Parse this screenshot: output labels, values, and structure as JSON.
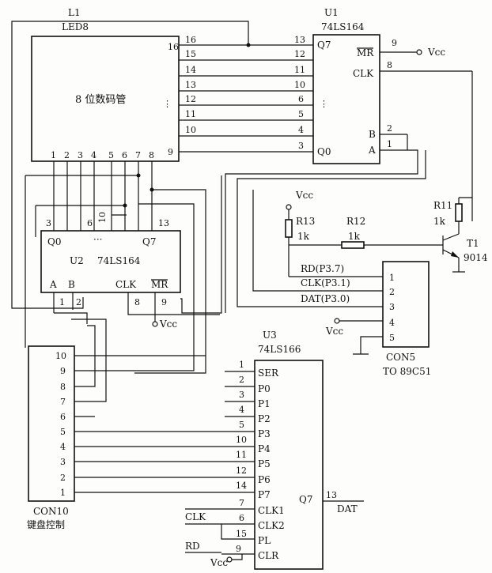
{
  "led": {
    "ref": "L1",
    "type": "LED8",
    "title": "8 位数码管",
    "right_pins": [
      "16",
      "15",
      "14",
      "13",
      "12",
      "11",
      "10",
      "9"
    ],
    "top_pin": "16",
    "bottom_pins": [
      "1",
      "2",
      "3",
      "4",
      "5",
      "6",
      "7",
      "8"
    ],
    "dots": "⋮"
  },
  "u1": {
    "ref": "U1",
    "part": "74LS164",
    "left_pins": [
      "13",
      "12",
      "11",
      "10",
      "6",
      "5",
      "4",
      "3"
    ],
    "q7": "Q7",
    "q0": "Q0",
    "dots": "⋮",
    "mr": "MR",
    "mr_pin": "9",
    "clk": "CLK",
    "clk_pin": "8",
    "b": "B",
    "b_pin": "2",
    "a": "A",
    "a_pin": "1",
    "vcc": "Vcc"
  },
  "u2": {
    "ref": "U2",
    "part": "74LS164",
    "q0": "Q0",
    "q7": "Q7",
    "dots": "···",
    "pin_3": "3",
    "pin_6": "6",
    "pin_10": "10",
    "pin_13": "13",
    "a": "A",
    "b": "B",
    "a_pin": "1",
    "b_pin": "2",
    "clk": "CLK",
    "clk_pin": "8",
    "mr": "MR",
    "mr_pin": "9",
    "vcc": "Vcc"
  },
  "bias": {
    "vcc": "Vcc",
    "r13": "R13",
    "r13_val": "1k",
    "r12": "R12",
    "r12_val": "1k",
    "r11": "R11",
    "r11_val": "1k",
    "t1": "T1",
    "t1_part": "9014"
  },
  "con5": {
    "pins": [
      "1",
      "2",
      "3",
      "4",
      "5"
    ],
    "signals": [
      "RD(P3.7)",
      "CLK(P3.1)",
      "DAT(P3.0)"
    ],
    "vcc": "Vcc",
    "ref": "CON5",
    "desc": "TO 89C51"
  },
  "u3": {
    "ref": "U3",
    "part": "74LS166",
    "pins": [
      {
        "num": "1",
        "name": "SER"
      },
      {
        "num": "2",
        "name": "P0"
      },
      {
        "num": "3",
        "name": "P1"
      },
      {
        "num": "4",
        "name": "P2"
      },
      {
        "num": "5",
        "name": "P3"
      },
      {
        "num": "10",
        "name": "P4"
      },
      {
        "num": "11",
        "name": "P5"
      },
      {
        "num": "12",
        "name": "P6"
      },
      {
        "num": "14",
        "name": "P7"
      },
      {
        "num": "7",
        "name": "CLK1"
      },
      {
        "num": "6",
        "name": "CLK2"
      },
      {
        "num": "15",
        "name": "PL"
      },
      {
        "num": "9",
        "name": "CLR"
      }
    ],
    "q7": "Q7",
    "q7_pin": "13",
    "dat": "DAT",
    "clk_net": "CLK",
    "rd_net": "RD",
    "vcc": "Vcc"
  },
  "con10": {
    "pins": [
      "10",
      "9",
      "8",
      "7",
      "6",
      "5",
      "4",
      "3",
      "2",
      "1"
    ],
    "ref": "CON10",
    "desc": "键盘控制"
  }
}
